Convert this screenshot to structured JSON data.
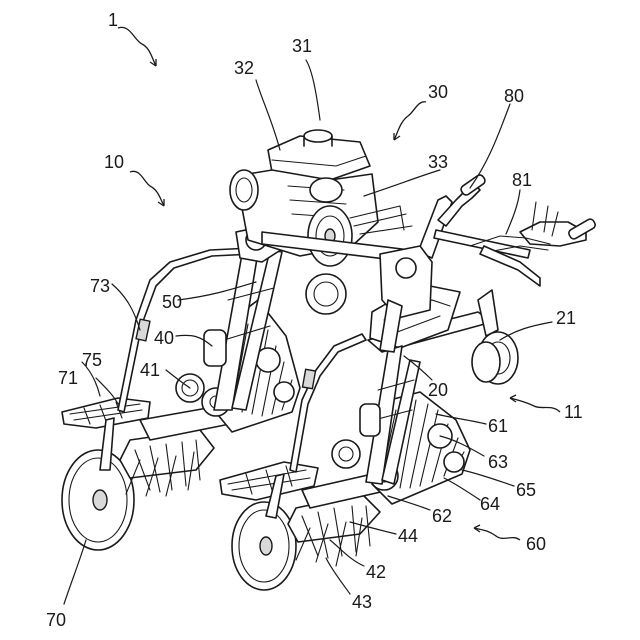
{
  "labels": {
    "l1": "1",
    "l10": "10",
    "l11": "11",
    "l20": "20",
    "l21": "21",
    "l30": "30",
    "l31": "31",
    "l32": "32",
    "l33": "33",
    "l40": "40",
    "l41": "41",
    "l42": "42",
    "l43": "43",
    "l44": "44",
    "l50": "50",
    "l60": "60",
    "l61": "61",
    "l62": "62",
    "l63": "63",
    "l64": "64",
    "l65": "65",
    "l70": "70",
    "l71": "71",
    "l73": "73",
    "l75": "75",
    "l80": "80",
    "l81": "81"
  }
}
